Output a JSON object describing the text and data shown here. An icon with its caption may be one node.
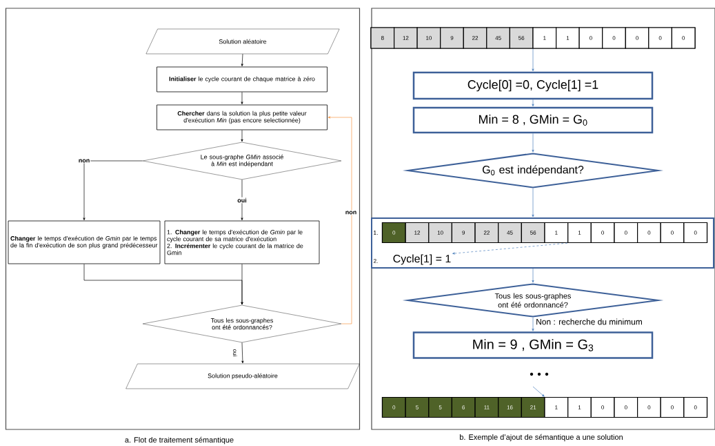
{
  "diagram": {
    "nodes": [
      {
        "text": [
          "a. Flot de traitement sémantique"
        ]
      },
      {
        "text": [
          "Solution aléatoire"
        ],
        "in": 0
      },
      {
        "text": [
          "**Initialiser** le cycle courant de chaque matrice à zéro"
        ],
        "in": 0
      },
      {
        "text": [
          "**Chercher** dans la solution la plus petite valeur d'exécution *Min* (pas encore selectionnée)"
        ],
        "in": 0
      },
      {
        "text": [
          "Le sous-graphe *GMin* associé à *Min* est indépendant"
        ],
        "in": 0
      },
      {
        "text": [
          "**Changer** le temps d'exécution de *Gmin* par le temps de la fin d'exécution de son plus grand prédécesseur"
        ],
        "in": 0
      },
      {
        "text": [
          "1. **Changer** le temps d'exécution de *Gmin* par le cycle courant de sa matrice d'exécution",
          "2. **Incrémenter** le cycle courant de la matrice de Gmin"
        ],
        "in": 0
      },
      {
        "text": [
          "Tous les sous-graphes ont été ordonnancés?"
        ],
        "in": 0
      },
      {
        "text": [
          "Solution pseudo-aléatoire"
        ],
        "in": 0
      },
      {
        "text": [
          "b. Exemple d’ajout de sémantique a une solution"
        ]
      },
      {
        "text": [
          "8",
          "12",
          "10",
          "9",
          "22",
          "45",
          "56",
          "1",
          "1",
          "0",
          "0",
          "0",
          "0",
          "0"
        ],
        "in": 9
      },
      {
        "text": [
          "Cycle[0] =0, Cycle[1] =1"
        ],
        "in": 9
      },
      {
        "text": [
          "Min = 8 , GMin = G$_{0}$"
        ],
        "in": 9
      },
      {
        "text": [
          "G$_{0}$ est indépendant?"
        ],
        "in": 9
      },
      {
        "text": [
          "1.",
          "2."
        ],
        "in": 9
      },
      {
        "text": [
          "0",
          "12",
          "10",
          "9",
          "22",
          "45",
          "56",
          "1",
          "1",
          "0",
          "0",
          "0",
          "0",
          "0"
        ],
        "in": 14
      },
      {
        "text": [
          "Cycle[1] = 1"
        ],
        "in": 14
      },
      {
        "text": [
          "Tous les sous-graphes ont été ordonnancé?"
        ],
        "in": 9
      },
      {
        "text": [
          "Min = 9 , GMin = G$_{3}$"
        ],
        "in": 9
      },
      {
        "text": [
          "0",
          "5",
          "5",
          "6",
          "11",
          "16",
          "21",
          "1",
          "1",
          "0",
          "0",
          "0",
          "0",
          "0"
        ],
        "in": 9
      }
    ],
    "edges": [
      {
        "from": 1,
        "to": 2,
        "arrow": "to"
      },
      {
        "from": 2,
        "to": 3,
        "arrow": "to"
      },
      {
        "from": 3,
        "to": 4,
        "arrow": "to"
      },
      {
        "from": 4,
        "to": 5,
        "arrow": "to",
        "label": "non"
      },
      {
        "from": 4,
        "to": 6,
        "arrow": "to",
        "label": "oui"
      },
      {
        "from": 5,
        "to": 7,
        "arrow": "to"
      },
      {
        "from": 6,
        "to": 7,
        "arrow": "to"
      },
      {
        "from": 7,
        "to": 3,
        "arrow": "to",
        "label": "non",
        "color": "#f79646"
      },
      {
        "from": 7,
        "to": 8,
        "arrow": "to",
        "label": "oui"
      },
      {
        "from": 10,
        "to": 11,
        "arrow": "to",
        "color": "#4f81bd"
      },
      {
        "from": 11,
        "to": 12,
        "arrow": "to",
        "color": "#4f81bd"
      },
      {
        "from": 12,
        "to": 13,
        "arrow": "to",
        "color": "#4f81bd"
      },
      {
        "from": 13,
        "to": 14,
        "arrow": "to",
        "color": "#4f81bd"
      },
      {
        "from": 15,
        "to": 16,
        "arrow": "to",
        "style": "dashed",
        "color": "#4f81bd"
      },
      {
        "from": 14,
        "to": 17,
        "arrow": "to",
        "color": "#4f81bd"
      },
      {
        "from": 17,
        "to": 18,
        "arrow": "to",
        "color": "#4f81bd",
        "label": "Non : recherche du minimum"
      },
      {
        "from": null,
        "to": 19,
        "arrow": "to",
        "color": "#4f81bd"
      }
    ]
  }
}
